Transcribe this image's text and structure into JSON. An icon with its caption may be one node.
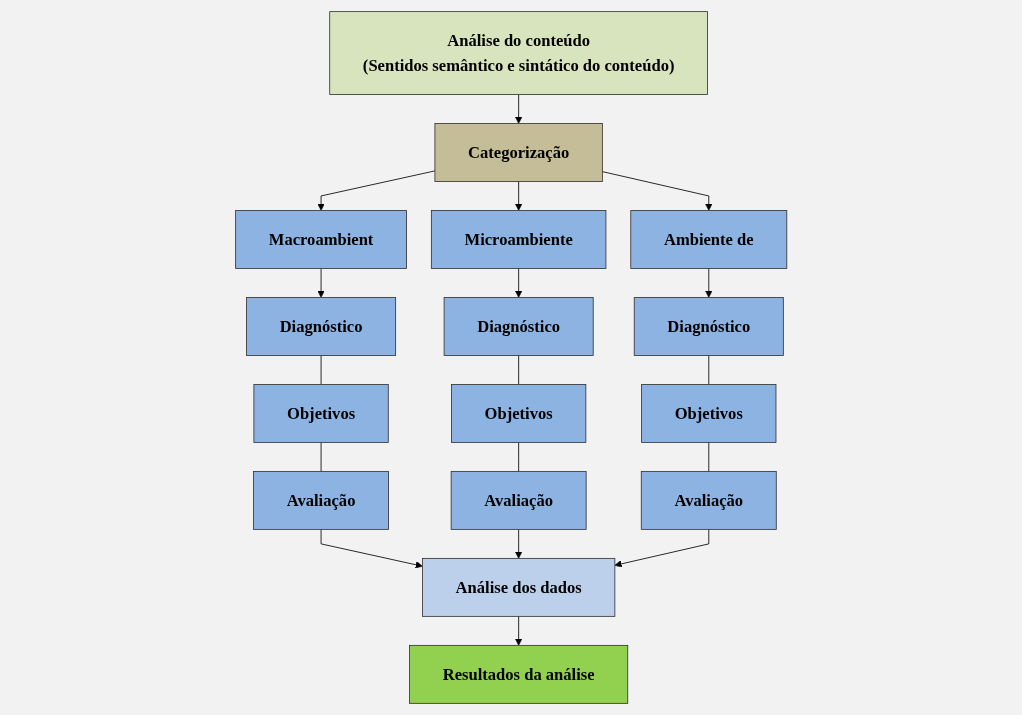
{
  "diagram": {
    "nodes": [
      {
        "text": [
          "Análise do conteúdo",
          "(Sentidos semântico e sintático do conteúdo)"
        ]
      },
      {
        "text": [
          "Categorização"
        ]
      },
      {
        "text": [
          "Macroambient"
        ]
      },
      {
        "text": [
          "Microambiente"
        ]
      },
      {
        "text": [
          "Ambiente de"
        ]
      },
      {
        "text": [
          "Diagnóstico"
        ]
      },
      {
        "text": [
          "Diagnóstico"
        ]
      },
      {
        "text": [
          "Diagnóstico"
        ]
      },
      {
        "text": [
          "Objetivos"
        ]
      },
      {
        "text": [
          "Objetivos"
        ]
      },
      {
        "text": [
          "Objetivos"
        ]
      },
      {
        "text": [
          "Avaliação"
        ]
      },
      {
        "text": [
          "Avaliação"
        ]
      },
      {
        "text": [
          "Avaliação"
        ]
      },
      {
        "text": [
          "Análise dos dados"
        ]
      },
      {
        "text": [
          "Resultados da análise"
        ]
      }
    ],
    "edges": [
      {
        "from": 0,
        "to": 1,
        "arrow": "to"
      },
      {
        "from": 1,
        "to": 2,
        "arrow": "to"
      },
      {
        "from": 1,
        "to": 3,
        "arrow": "to"
      },
      {
        "from": 1,
        "to": 4,
        "arrow": "to"
      },
      {
        "from": 2,
        "to": 5,
        "arrow": "to"
      },
      {
        "from": 3,
        "to": 6,
        "arrow": "to"
      },
      {
        "from": 4,
        "to": 7,
        "arrow": "to"
      },
      {
        "from": 5,
        "to": 8,
        "arrow": "none"
      },
      {
        "from": 6,
        "to": 9,
        "arrow": "none"
      },
      {
        "from": 7,
        "to": 10,
        "arrow": "none"
      },
      {
        "from": 8,
        "to": 11,
        "arrow": "none"
      },
      {
        "from": 9,
        "to": 12,
        "arrow": "none"
      },
      {
        "from": 10,
        "to": 13,
        "arrow": "none"
      },
      {
        "from": 11,
        "to": 14,
        "arrow": "to"
      },
      {
        "from": 12,
        "to": 14,
        "arrow": "to"
      },
      {
        "from": 13,
        "to": 14,
        "arrow": "to"
      },
      {
        "from": 14,
        "to": 15,
        "arrow": "to"
      }
    ]
  }
}
